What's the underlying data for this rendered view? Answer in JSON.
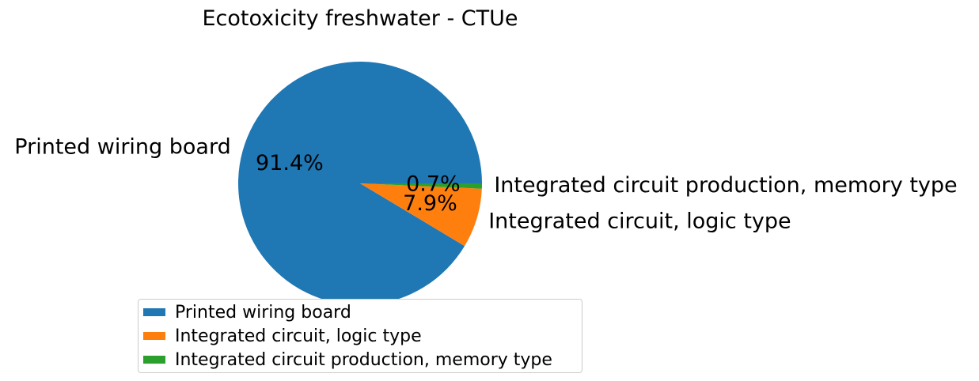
{
  "chart_data": {
    "type": "pie",
    "title": "Ecotoxicity freshwater - CTUe",
    "slices": [
      {
        "label": "Printed wiring board",
        "value": 91.4,
        "pct_label": "91.4%",
        "color": "#1f77b4"
      },
      {
        "label": "Integrated circuit,  logic type",
        "value": 7.9,
        "pct_label": "7.9%",
        "color": "#ff7f0e"
      },
      {
        "label": "Integrated circuit production, memory type",
        "value": 0.7,
        "pct_label": "0.7%",
        "color": "#2ca02c"
      }
    ],
    "legend": {
      "placement": "bottom-center",
      "entries": [
        "Printed wiring board",
        "Integrated circuit,  logic type",
        "Integrated circuit production, memory type"
      ]
    }
  }
}
